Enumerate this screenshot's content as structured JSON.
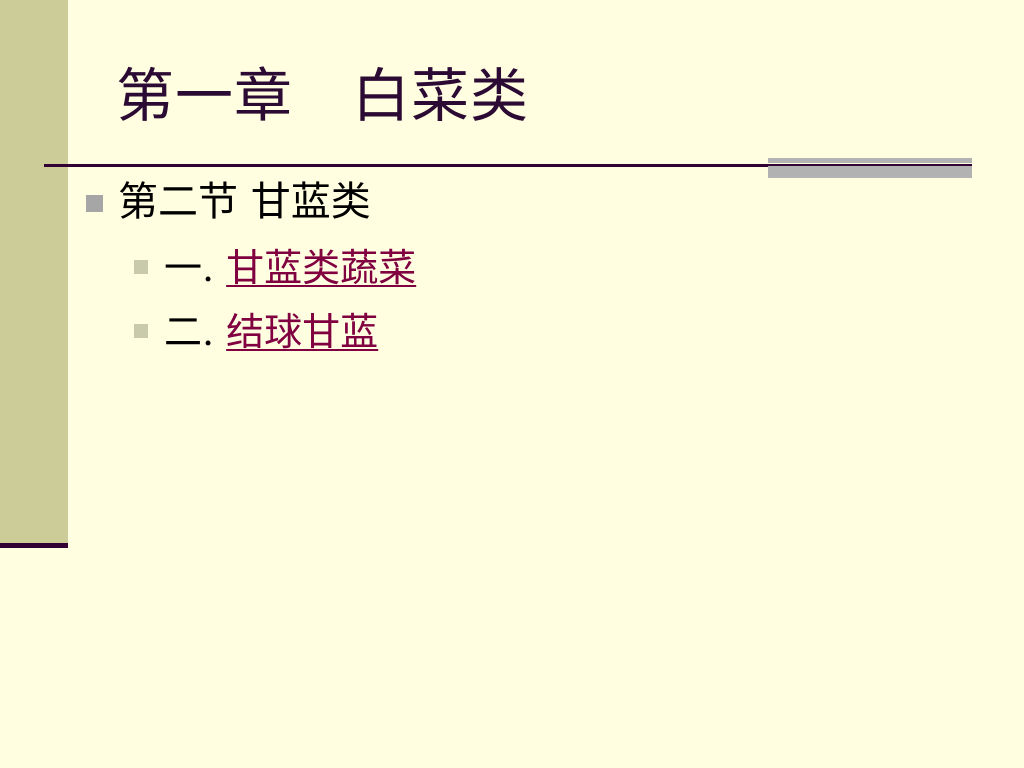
{
  "slide": {
    "title": "第一章　白菜类",
    "section_heading": "第二节  甘蓝类",
    "items": [
      {
        "prefix": "一. ",
        "link_text": "甘蓝类蔬菜"
      },
      {
        "prefix": "二. ",
        "link_text": "结球甘蓝"
      }
    ]
  },
  "colors": {
    "background": "#FFFEE1",
    "sidebar": "#CCCC99",
    "title_text": "#2B0A33",
    "rule": "#330033",
    "link": "#800040",
    "bullet": "#A6A6A6"
  }
}
